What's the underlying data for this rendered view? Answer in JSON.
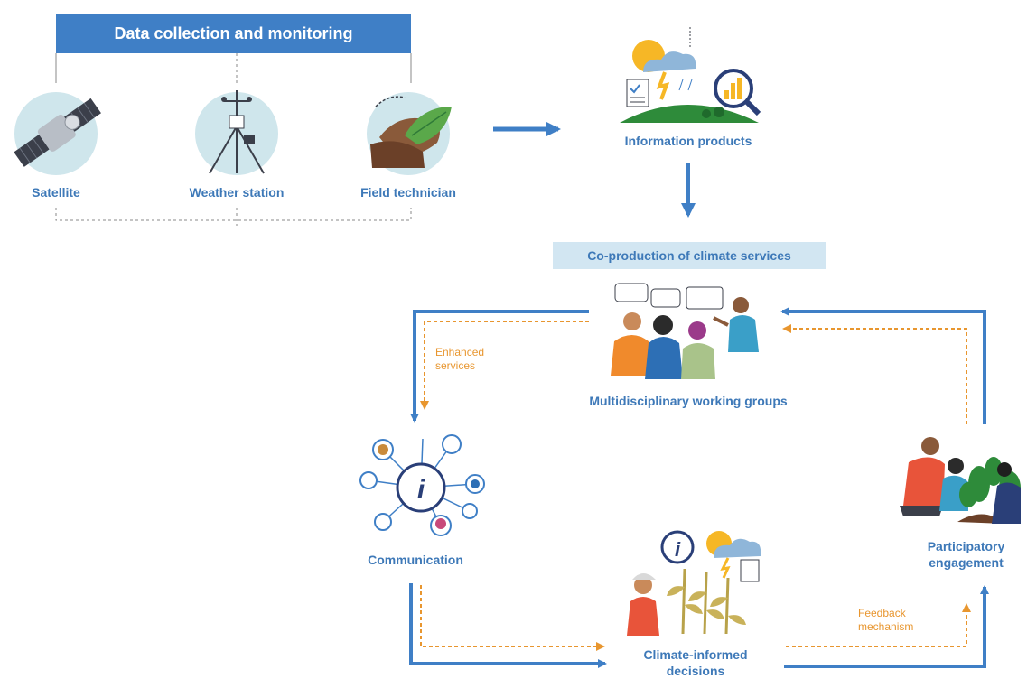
{
  "header": {
    "title": "Data collection and monitoring"
  },
  "sources": [
    {
      "label": "Satellite",
      "icon": "satellite-icon"
    },
    {
      "label": "Weather station",
      "icon": "weather-station-icon"
    },
    {
      "label": "Field technician",
      "icon": "field-technician-icon"
    }
  ],
  "info_products": {
    "label": "Information products",
    "icon": "information-products-icon"
  },
  "coproduction": {
    "label": "Co-production of climate services"
  },
  "working_groups": {
    "label": "Multidisciplinary working groups",
    "icon": "working-group-people-icon"
  },
  "communication": {
    "label": "Communication",
    "icon": "information-network-icon"
  },
  "decisions": {
    "label_line1": "Climate-informed",
    "label_line2": "decisions",
    "icon": "farmer-crops-icon"
  },
  "participatory": {
    "label_line1": "Participatory",
    "label_line2": "engagement",
    "icon": "community-farming-icon"
  },
  "notes": {
    "enhanced_line1": "Enhanced",
    "enhanced_line2": "services",
    "feedback_line1": "Feedback",
    "feedback_line2": "mechanism"
  },
  "colors": {
    "primary_blue": "#3f7fc6",
    "label_blue": "#3e79b8",
    "feedback_orange": "#e8962f",
    "light_blue_fill": "#d2e6f2",
    "icon_circle": "#cfe6ec"
  }
}
